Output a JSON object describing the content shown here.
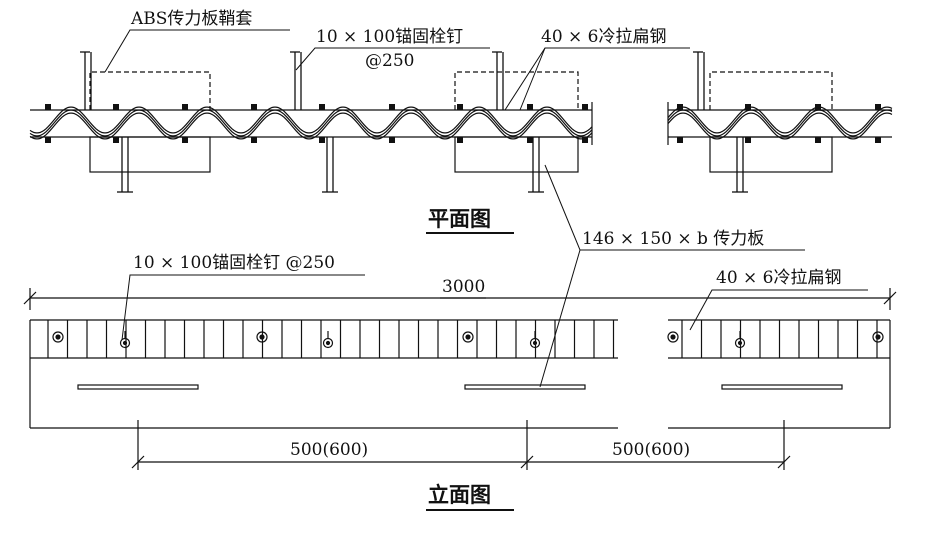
{
  "labels": {
    "abs_sleeve": "ABS传力板鞘套",
    "anchor_bolt_plan_line1": "10 × 100锚固栓钉",
    "anchor_bolt_plan_line2": "@250",
    "flat_steel_plan": "40 × 6冷拉扁钢",
    "plan_title": "平面图",
    "dowel_plate": "146 × 150 × b  传力板",
    "anchor_bolt_elev": "10 × 100锚固栓钉 @250",
    "flat_steel_elev": "40 × 6冷拉扁钢",
    "overall_length": "3000",
    "spacing_left": "500(600)",
    "spacing_right": "500(600)",
    "elevation_title": "立面图"
  },
  "colors": {
    "ink": "#111111",
    "background": "#ffffff"
  }
}
